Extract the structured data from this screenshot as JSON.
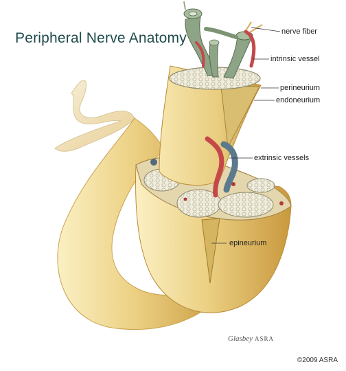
{
  "title": "Peripheral Nerve Anatomy",
  "labels": {
    "nerve_fiber": "nerve fiber",
    "intrinsic_vessel": "intrinsic vessel",
    "perineurium": "perineurium",
    "endoneurium": "endoneurium",
    "extrinsic_vessels": "extrinsic vessels",
    "epineurium": "epineurium"
  },
  "signature": {
    "script": "Glasbey",
    "org": "ASRA"
  },
  "copyright": "©2009 ASRA",
  "colors": {
    "title": "#1e4a4c",
    "nerve_body": "#e9cf7e",
    "nerve_shadow": "#c49a3c",
    "fascicle": "#ede9d6",
    "fiber": "#7f9a76",
    "artery": "#c4484a",
    "vein": "#5b7a8c"
  }
}
